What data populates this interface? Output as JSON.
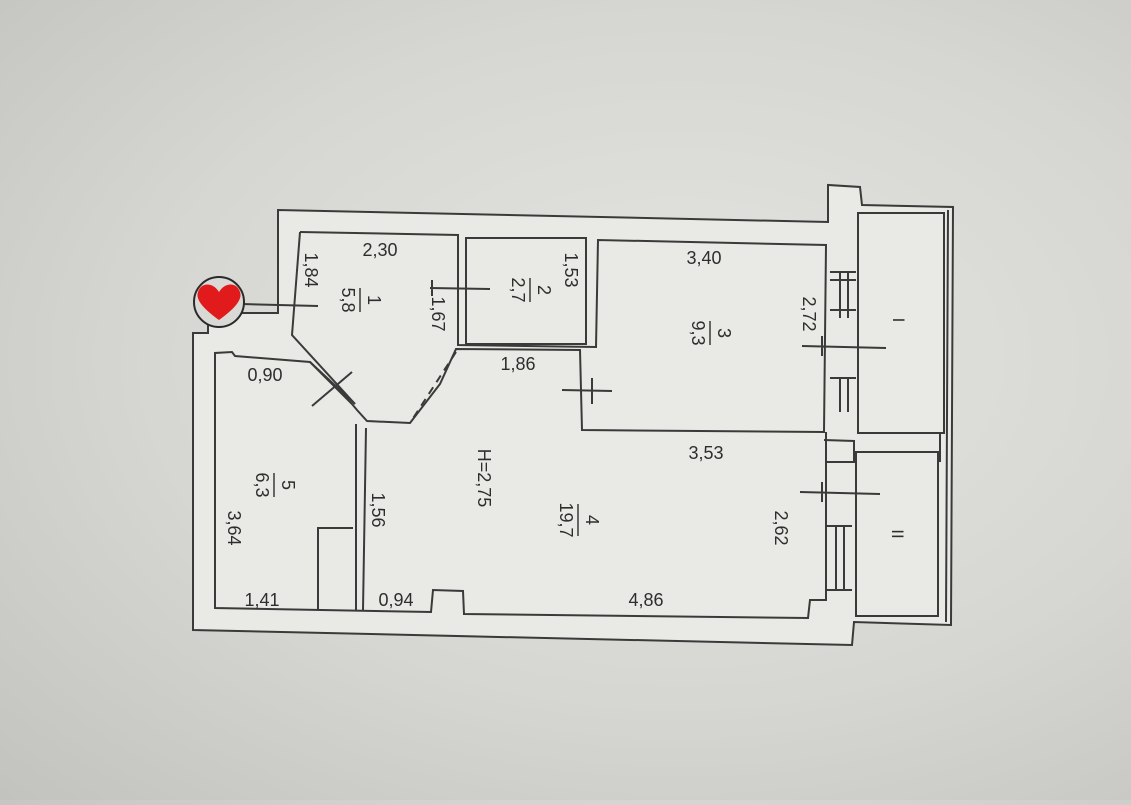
{
  "plan": {
    "ceiling_height": "H=2,75",
    "rooms": [
      {
        "id": "room-1",
        "number": "1",
        "area": "5,8"
      },
      {
        "id": "room-2",
        "number": "2",
        "area": "2,7"
      },
      {
        "id": "room-3",
        "number": "3",
        "area": "9,3"
      },
      {
        "id": "room-4",
        "number": "4",
        "area": "19,7"
      },
      {
        "id": "room-5",
        "number": "5",
        "area": "6,3"
      }
    ],
    "balconies": [
      "I",
      "II"
    ],
    "dimensions": {
      "d_2_30": "2,30",
      "d_1_84": "1,84",
      "d_1_53": "1,53",
      "d_1_67": "1,67",
      "d_3_40": "3,40",
      "d_2_72": "2,72",
      "d_0_90": "0,90",
      "d_1_86": "1,86",
      "d_3_53": "3,53",
      "d_3_64": "3,64",
      "d_1_56": "1,56",
      "d_2_62": "2,62",
      "d_1_41": "1,41",
      "d_0_94": "0,94",
      "d_4_86": "4,86"
    }
  },
  "colors": {
    "line": "#3a3a3a",
    "fill": "#e9e9e6",
    "heart": "#e11b1b"
  },
  "icons": {
    "entrance_marker": "heart-icon"
  }
}
